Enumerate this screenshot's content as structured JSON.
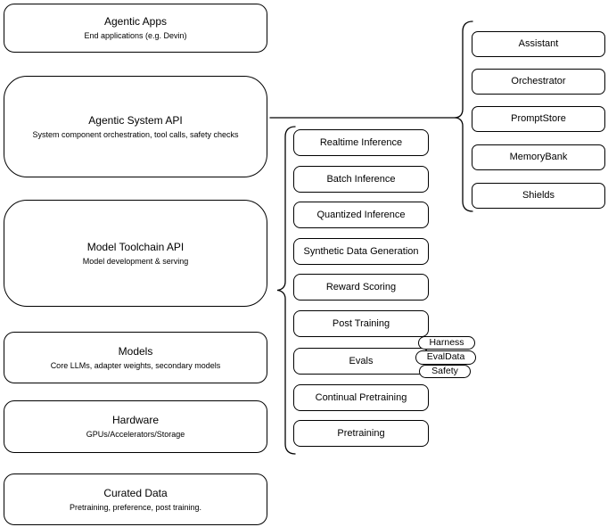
{
  "colors": {
    "background": "#ffffff",
    "border": "#000000",
    "text": "#000000"
  },
  "left_stack": [
    {
      "title": "Agentic Apps",
      "subtitle": "End applications (e.g. Devin)"
    },
    {
      "title": "Agentic System API",
      "subtitle": "System component orchestration, tool calls, safety checks"
    },
    {
      "title": "Model Toolchain API",
      "subtitle": "Model development & serving"
    },
    {
      "title": "Models",
      "subtitle": "Core LLMs, adapter weights, secondary models"
    },
    {
      "title": "Hardware",
      "subtitle": "GPUs/Accelerators/Storage"
    },
    {
      "title": "Curated Data",
      "subtitle": "Pretraining, preference, post training."
    }
  ],
  "toolchain_services": [
    {
      "label": "Realtime Inference"
    },
    {
      "label": "Batch Inference"
    },
    {
      "label": "Quantized Inference"
    },
    {
      "label": "Synthetic Data Generation"
    },
    {
      "label": "Reward Scoring"
    },
    {
      "label": "Post Training"
    },
    {
      "label": "Evals"
    },
    {
      "label": "Continual Pretraining"
    },
    {
      "label": "Pretraining"
    }
  ],
  "system_components": [
    {
      "label": "Assistant"
    },
    {
      "label": "Orchestrator"
    },
    {
      "label": "PromptStore"
    },
    {
      "label": "MemoryBank"
    },
    {
      "label": "Shields"
    }
  ],
  "eval_tags": [
    {
      "label": "Harness"
    },
    {
      "label": "EvalData"
    },
    {
      "label": "Safety"
    }
  ]
}
